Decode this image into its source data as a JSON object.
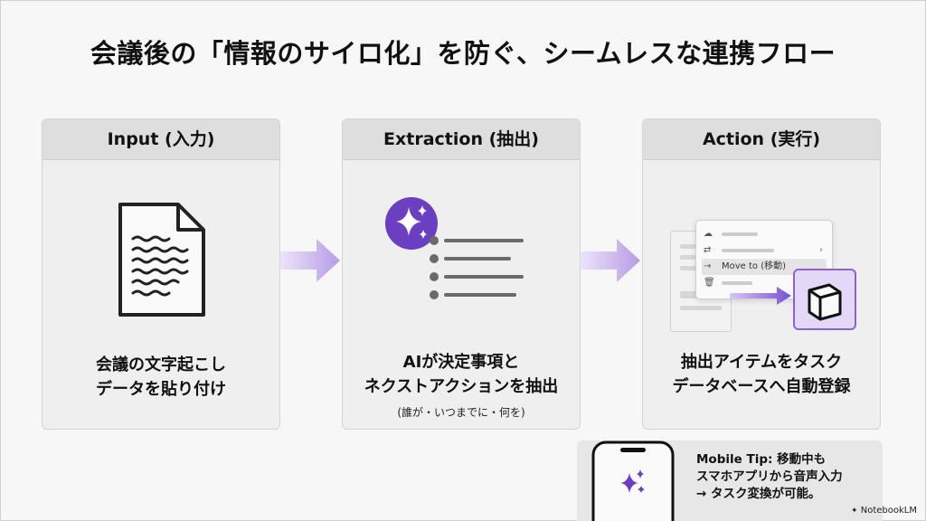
{
  "title": "会議後の「情報のサイロ化」を防ぐ、シームレスな連携フロー",
  "steps": [
    {
      "header": "Input (入力)",
      "caption_lines": [
        "会議の文字起こし",
        "データを貼り付け"
      ]
    },
    {
      "header": "Extraction (抽出)",
      "caption_lines": [
        "AIが決定事項と",
        "ネクストアクションを抽出"
      ],
      "sub_caption": "(誰が・いつまでに・何を)"
    },
    {
      "header": "Action (実行)",
      "caption_lines": [
        "抽出アイテムをタスク",
        "データベースへ自動登録"
      ],
      "menu_item_label": "Move to (移動)"
    }
  ],
  "mobile_tip": {
    "lines": [
      "Mobile Tip: 移動中も",
      "スマホアプリから音声入力",
      "→ タスク変換が可能。"
    ]
  },
  "brand": "NotebookLM",
  "colors": {
    "accent": "#6b3fbf",
    "accent_light": "#c9b6ee",
    "card": "#efefef",
    "card_header": "#dedede"
  },
  "icons": [
    "document-icon",
    "sparkle-icon",
    "list-icon",
    "arrow-right-icon",
    "cube-icon",
    "phone-icon",
    "cloud-upload-icon",
    "link-icon",
    "trash-icon"
  ]
}
